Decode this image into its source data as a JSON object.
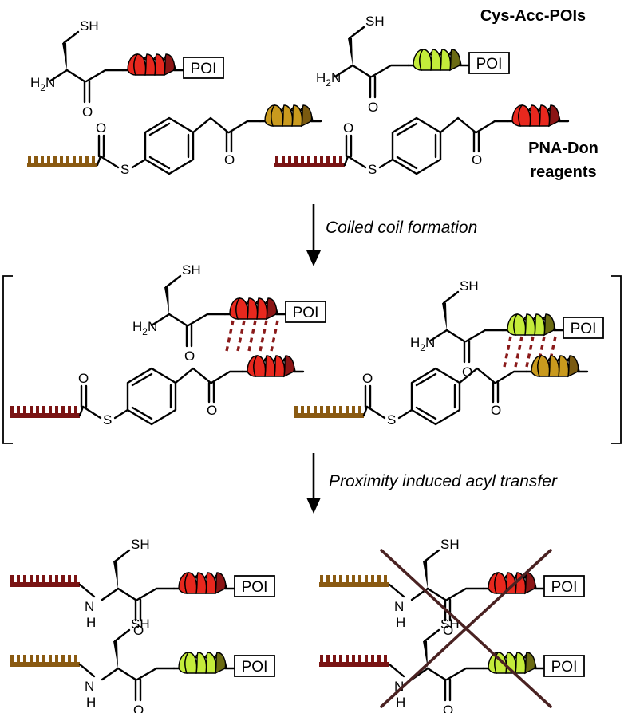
{
  "labels": {
    "cys_acc_pois": "Cys-Acc-POIs",
    "pna_don_line1": "PNA-Don",
    "pna_don_line2": "reagents",
    "step1": "Coiled coil formation",
    "step2": "Proximity induced acyl transfer"
  },
  "atoms": {
    "sh": "SH",
    "h2n_h": "H",
    "h2n_2": "2",
    "h2n_n": "N",
    "o": "O",
    "s": "S",
    "n": "N",
    "h": "H",
    "poi": "POI"
  },
  "colors": {
    "red_dark": "#8b1515",
    "red": "#e8281e",
    "lime": "#c4ec3a",
    "olive": "#6b6b12",
    "gold": "#c99a1e",
    "gold_dark": "#7a5a10",
    "brown_pna": "#8a5a12",
    "maroon_pna": "#7a1414"
  }
}
